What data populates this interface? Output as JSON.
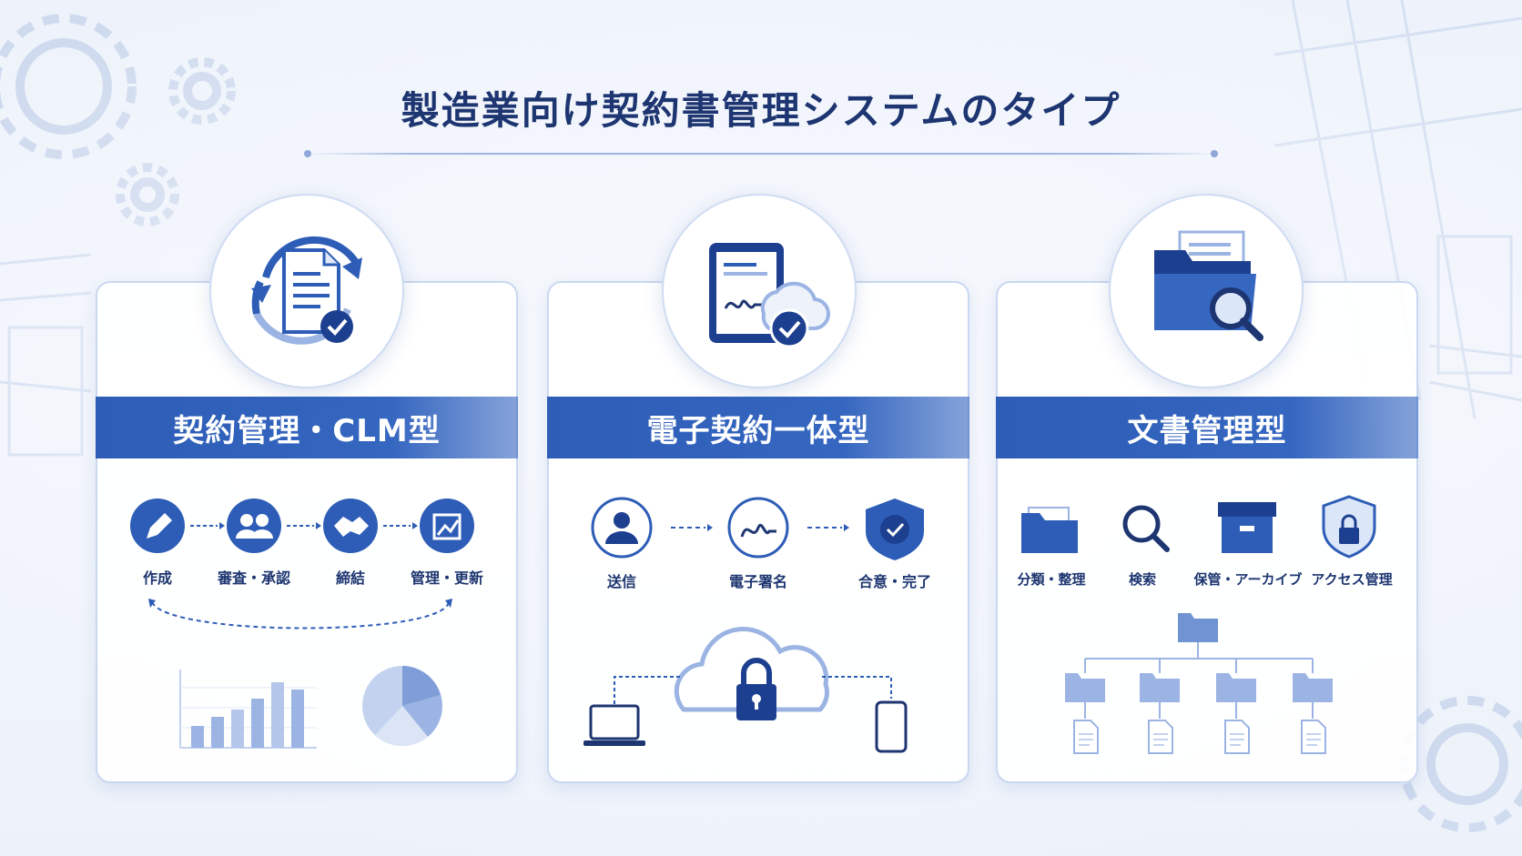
{
  "title": "製造業向け契約書管理システムのタイプ",
  "colors": {
    "primary": "#2d5db6",
    "dark": "#1d3570",
    "light": "#cfdcf2",
    "chart": "#9bb4e3"
  },
  "cards": [
    {
      "heading": "契約管理・CLM型",
      "hero_icon": "document-cycle-check-icon",
      "steps": [
        {
          "label": "作成",
          "icon": "pencil-icon"
        },
        {
          "label": "審査・承認",
          "icon": "users-icon"
        },
        {
          "label": "締結",
          "icon": "handshake-icon"
        },
        {
          "label": "管理・更新",
          "icon": "chart-up-icon"
        }
      ]
    },
    {
      "heading": "電子契約一体型",
      "hero_icon": "tablet-signature-cloud-icon",
      "steps": [
        {
          "label": "送信",
          "icon": "user-icon"
        },
        {
          "label": "電子署名",
          "icon": "signature-icon"
        },
        {
          "label": "合意・完了",
          "icon": "shield-check-icon"
        }
      ]
    },
    {
      "heading": "文書管理型",
      "hero_icon": "folder-search-icon",
      "steps": [
        {
          "label": "分類・整理",
          "icon": "folder-icon"
        },
        {
          "label": "検索",
          "icon": "magnifier-icon"
        },
        {
          "label": "保管・アーカイブ",
          "icon": "archive-box-icon"
        },
        {
          "label": "アクセス管理",
          "icon": "shield-lock-icon"
        }
      ]
    }
  ]
}
